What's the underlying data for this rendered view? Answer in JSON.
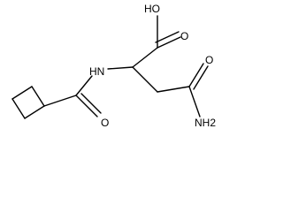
{
  "molecule": {
    "labels": {
      "carboxyl_oh": "HO",
      "carboxyl_o": "O",
      "amide_nh": "HN",
      "amide_o": "O",
      "primary_amide_o": "O",
      "primary_amide_nh2": "NH2"
    }
  },
  "colors": {
    "bond": "#000000",
    "text": "#000000",
    "background": "#ffffff"
  }
}
